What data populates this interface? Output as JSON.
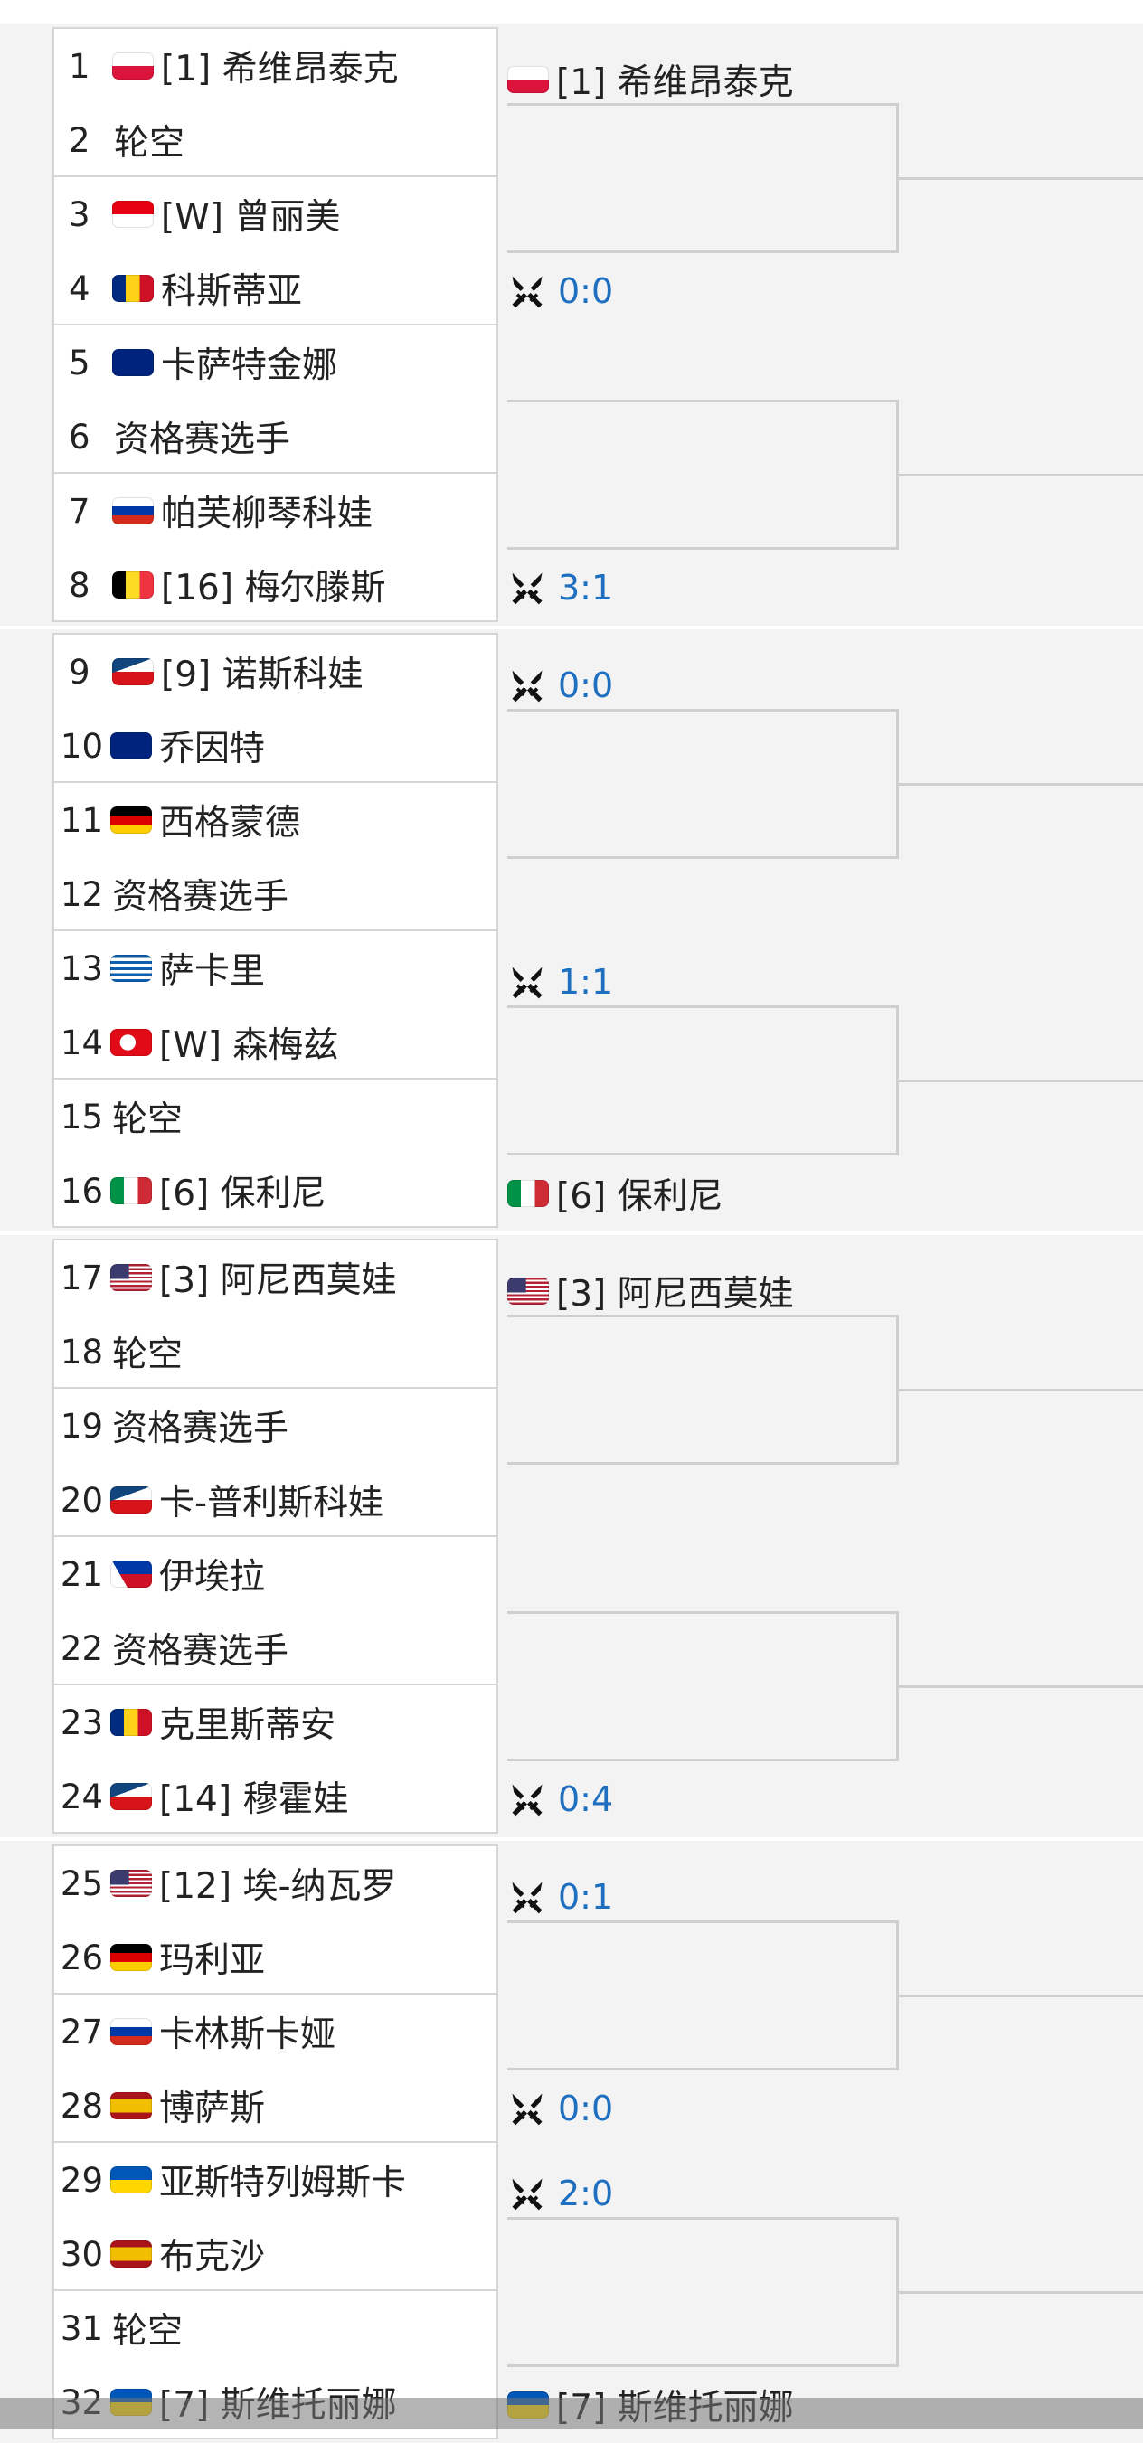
{
  "colors": {
    "score": "#1e6fc0",
    "border": "#d6d6d6",
    "section_bg": "#f3f3f3"
  },
  "score_icon": "crossed-swords-icon",
  "players": [
    {
      "no": "1",
      "flag": "poland",
      "name": "[1] 希维昂泰克"
    },
    {
      "no": "2",
      "flag": "",
      "name": "轮空"
    },
    {
      "no": "3",
      "flag": "indonesia",
      "name": "[W] 曾丽美"
    },
    {
      "no": "4",
      "flag": "romania",
      "name": "科斯蒂亚"
    },
    {
      "no": "5",
      "flag": "australia",
      "name": "卡萨特金娜"
    },
    {
      "no": "6",
      "flag": "",
      "name": "资格赛选手"
    },
    {
      "no": "7",
      "flag": "russia",
      "name": "帕芙柳琴科娃"
    },
    {
      "no": "8",
      "flag": "belgium",
      "name": "[16] 梅尔滕斯"
    },
    {
      "no": "9",
      "flag": "czech",
      "name": "[9] 诺斯科娃"
    },
    {
      "no": "10",
      "flag": "australia",
      "name": "乔因特"
    },
    {
      "no": "11",
      "flag": "germany",
      "name": "西格蒙德"
    },
    {
      "no": "12",
      "flag": "",
      "name": "资格赛选手"
    },
    {
      "no": "13",
      "flag": "greece",
      "name": "萨卡里"
    },
    {
      "no": "14",
      "flag": "turkey",
      "name": "[W] 森梅兹"
    },
    {
      "no": "15",
      "flag": "",
      "name": "轮空"
    },
    {
      "no": "16",
      "flag": "italy",
      "name": "[6] 保利尼"
    },
    {
      "no": "17",
      "flag": "usa",
      "name": "[3] 阿尼西莫娃"
    },
    {
      "no": "18",
      "flag": "",
      "name": "轮空"
    },
    {
      "no": "19",
      "flag": "",
      "name": "资格赛选手"
    },
    {
      "no": "20",
      "flag": "czech",
      "name": "卡-普利斯科娃"
    },
    {
      "no": "21",
      "flag": "philippines",
      "name": "伊埃拉"
    },
    {
      "no": "22",
      "flag": "",
      "name": "资格赛选手"
    },
    {
      "no": "23",
      "flag": "romania",
      "name": "克里斯蒂安"
    },
    {
      "no": "24",
      "flag": "czech",
      "name": "[14] 穆霍娃"
    },
    {
      "no": "25",
      "flag": "usa",
      "name": "[12] 埃-纳瓦罗"
    },
    {
      "no": "26",
      "flag": "germany",
      "name": "玛利亚"
    },
    {
      "no": "27",
      "flag": "russia",
      "name": "卡林斯卡娅"
    },
    {
      "no": "28",
      "flag": "spain",
      "name": "博萨斯"
    },
    {
      "no": "29",
      "flag": "ukraine",
      "name": "亚斯特列姆斯卡"
    },
    {
      "no": "30",
      "flag": "spain",
      "name": "布克沙"
    },
    {
      "no": "31",
      "flag": "",
      "name": "轮空"
    },
    {
      "no": "32",
      "flag": "ukraine",
      "name": "[7] 斯维托丽娜"
    }
  ],
  "round2": [
    {
      "type": "winner",
      "flag": "poland",
      "name": "[1] 希维昂泰克"
    },
    {
      "type": "score",
      "score": "0:0"
    },
    {
      "type": "empty"
    },
    {
      "type": "score",
      "score": "3:1"
    },
    {
      "type": "score",
      "score": "0:0"
    },
    {
      "type": "empty"
    },
    {
      "type": "score",
      "score": "1:1"
    },
    {
      "type": "winner",
      "flag": "italy",
      "name": "[6] 保利尼"
    },
    {
      "type": "winner",
      "flag": "usa",
      "name": "[3] 阿尼西莫娃"
    },
    {
      "type": "empty"
    },
    {
      "type": "empty"
    },
    {
      "type": "score",
      "score": "0:4"
    },
    {
      "type": "score",
      "score": "0:1"
    },
    {
      "type": "score",
      "score": "0:0"
    },
    {
      "type": "score",
      "score": "2:0"
    },
    {
      "type": "winner",
      "flag": "ukraine",
      "name": "[7] 斯维托丽娜"
    }
  ]
}
